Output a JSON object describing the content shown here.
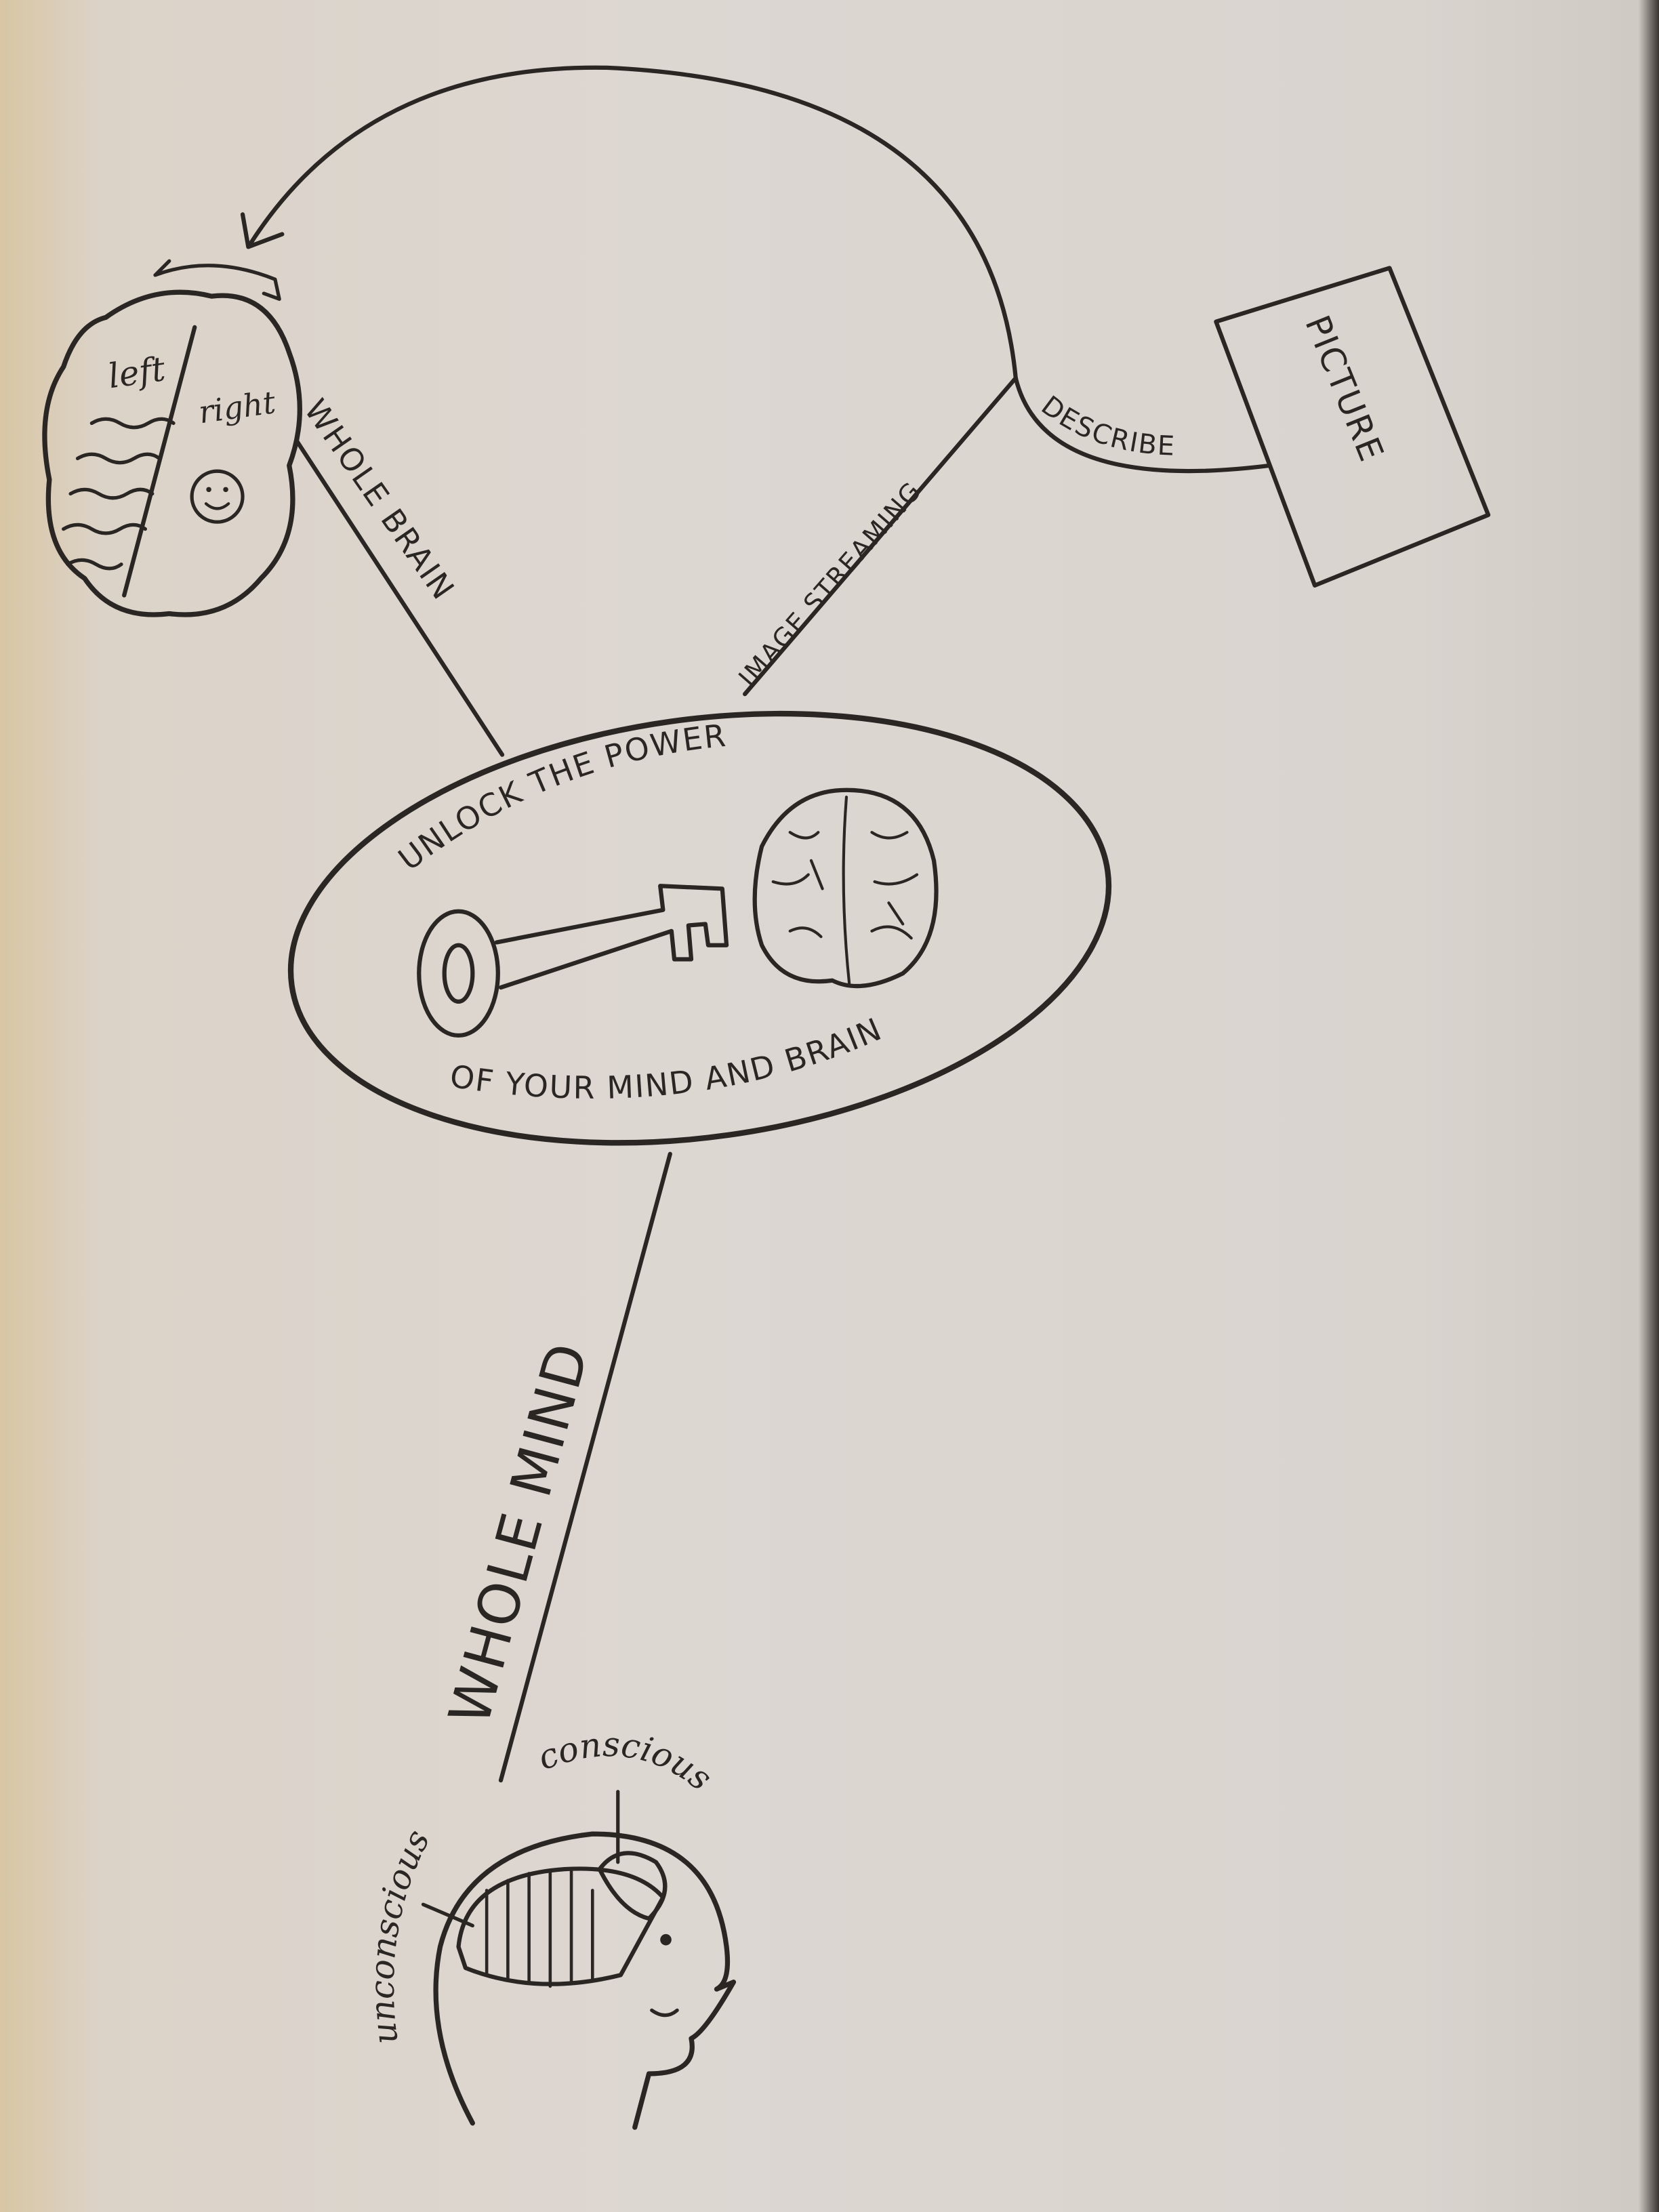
{
  "diagram": {
    "center": {
      "top_text": "UNLOCK THE POWER",
      "bottom_text": "OF YOUR MIND AND BRAIN",
      "icons": [
        "key-icon",
        "brain-icon"
      ]
    },
    "branches": [
      {
        "label": "WHOLE BRAIN"
      },
      {
        "label": "IMAGE STREAMING"
      },
      {
        "label": "DESCRIBE"
      },
      {
        "label": "WHOLE MIND"
      }
    ],
    "picture_box": {
      "label": "PICTURE"
    },
    "brain_hemispheres": {
      "left": "left",
      "right": "right"
    },
    "head": {
      "unconscious": "unconscious",
      "conscious": "conscious"
    }
  },
  "colors": {
    "ink": "#2a2624",
    "paper": "#ddd7d2"
  }
}
